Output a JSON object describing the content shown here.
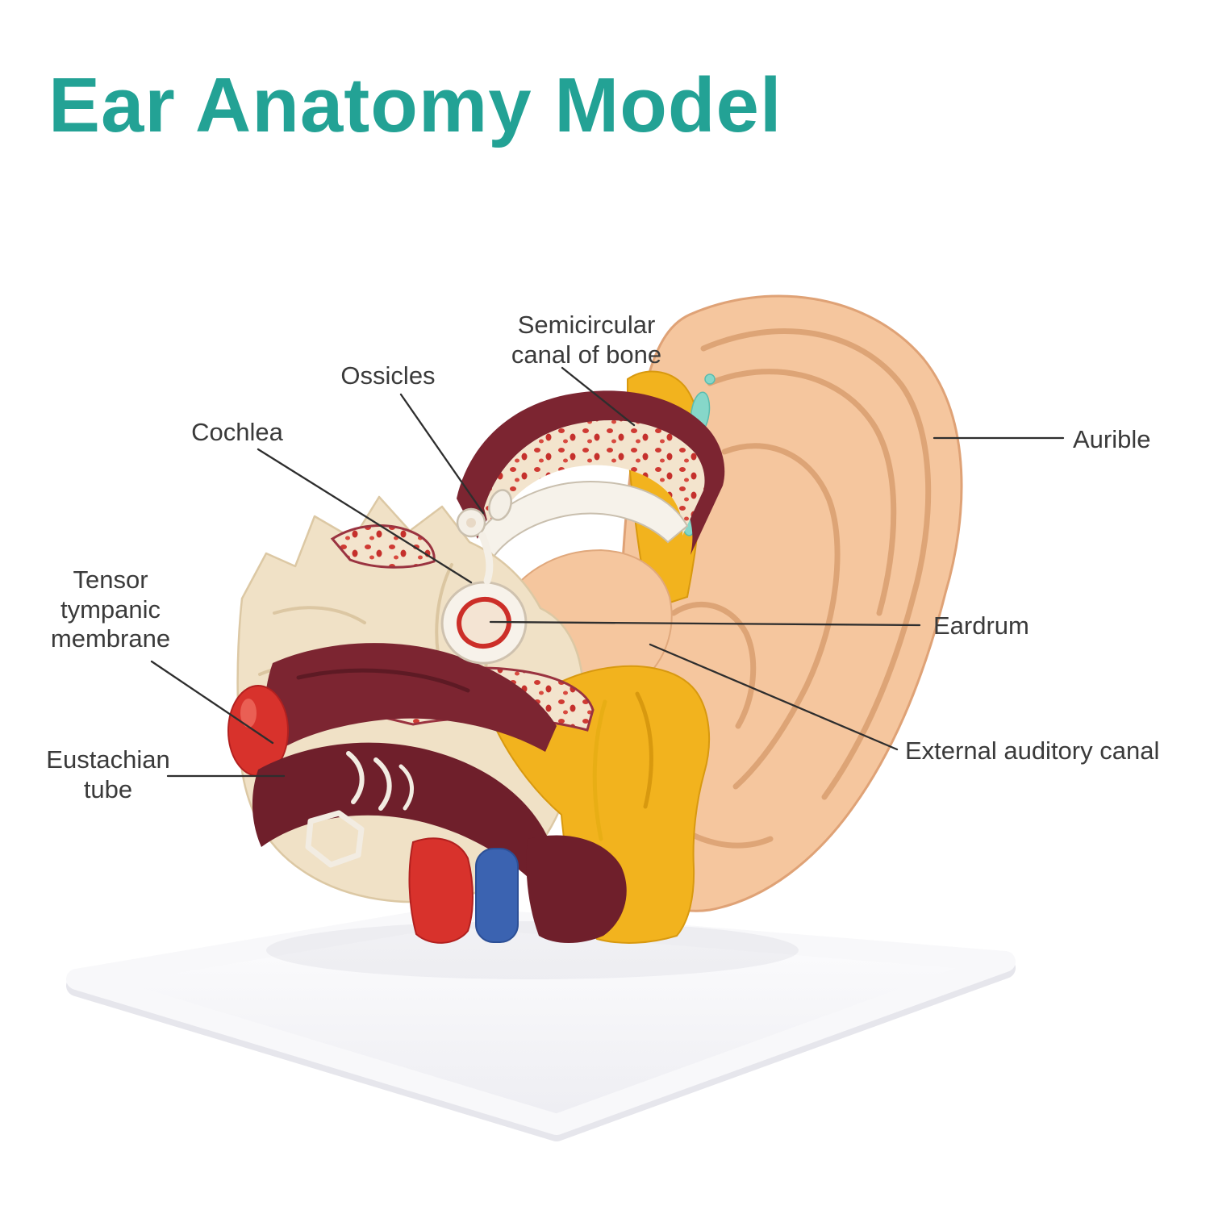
{
  "title": "Ear Anatomy Model",
  "labels": {
    "semicircular_canal": {
      "line1": "Semicircular",
      "line2": "canal of bone"
    },
    "ossicles": {
      "line1": "Ossicles"
    },
    "cochlea": {
      "line1": "Cochlea"
    },
    "tensor_tympanic_membrane": {
      "line1": "Tensor",
      "line2": "tympanic",
      "line3": "membrane"
    },
    "eustachian_tube": {
      "line1": "Eustachian",
      "line2": "tube"
    },
    "aurible": {
      "line1": "Aurible"
    },
    "eardrum": {
      "line1": "Eardrum"
    },
    "external_auditory_canal": {
      "line1": "External auditory canal"
    }
  },
  "colors": {
    "title_teal": "#23a295",
    "label_text": "#3a3a3a",
    "leader_line": "#2e2e2e",
    "skin": "#f5c69e",
    "skin_shadow": "#d99f70",
    "cartilage_yellow": "#f2b31e",
    "muscle_maroon": "#7c2531",
    "muscle_maroon_dark": "#6f1f2b",
    "accent_red": "#d8322c",
    "bone_cream": "#f0e1c6",
    "speckle_cream": "#f3e4cd",
    "highlight_teal": "#86d7c9",
    "vein_blue": "#3b63b1",
    "base_white": "#f8f8fa"
  }
}
